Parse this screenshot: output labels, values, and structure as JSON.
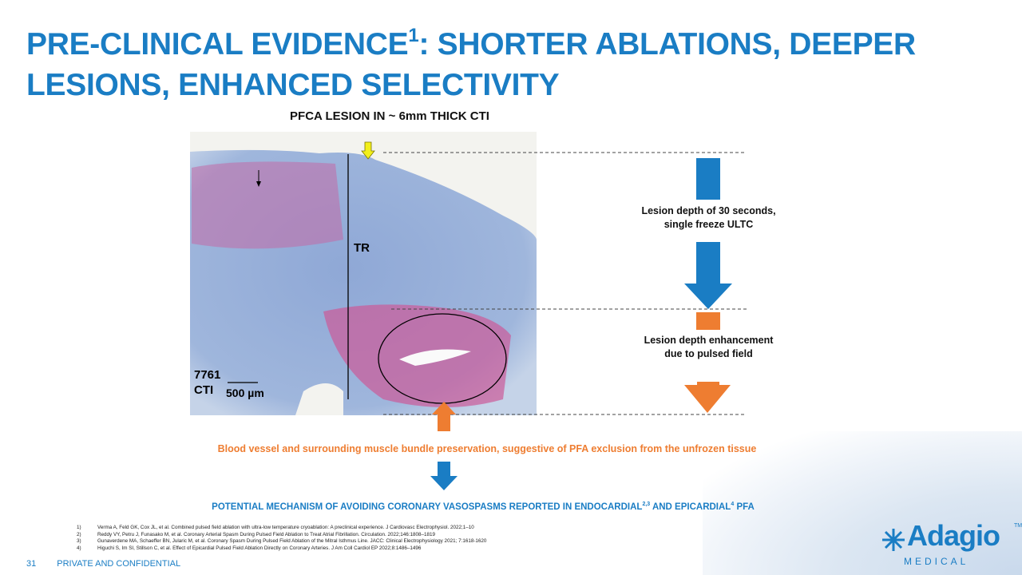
{
  "title": {
    "line1_pre": "PRE-CLINICAL EVIDENCE",
    "sup": "1",
    "line1_post": ": SHORTER ABLATIONS, DEEPER",
    "line2": "LESIONS, ENHANCED SELECTIVITY"
  },
  "figure": {
    "caption": "PFCA LESION IN ~ 6mm THICK CTI",
    "label_tr": "TR",
    "label_id": "7761",
    "label_cti": "CTI",
    "scale_bar": "500 µm"
  },
  "right_labels": {
    "ultc": "Lesion depth of 30 seconds, single freeze ULTC",
    "ultc_l1": "Lesion depth of 30 seconds,",
    "ultc_l2": "single freeze ULTC",
    "pf_l1": "Lesion depth enhancement",
    "pf_l2": "due to pulsed field"
  },
  "preservation_text": "Blood vessel and surrounding muscle bundle preservation, suggestive of PFA exclusion from the unfrozen tissue",
  "mechanism": {
    "pre": "POTENTIAL MECHANISM OF AVOIDING CORONARY VASOSPASMS REPORTED IN ENDOCARDIAL",
    "sup1": "2,3",
    "mid": " AND EPICARDIAL",
    "sup2": "4",
    "post": " PFA"
  },
  "references": [
    {
      "n": "1)",
      "text": "Verma A, Feld GK, Cox JL, et al. Combined pulsed field ablation with ultra-low temperature cryoablation: A preclinical experience. J Cardiovasc Electrophysiol. 2022;1–10"
    },
    {
      "n": "2)",
      "text": "Reddy VY, Petru J, Funasako M, et al. Coronary Arterial Spasm During Pulsed Field Ablation to Treat Atrial Fibrillation. Circulation. 2022;146:1808–1819"
    },
    {
      "n": "3)",
      "text": "Gunaverdene MA,  Schaeffer BN, Jularic M, et al. Coronary Spasm During Pulsed Field Ablation of the Mitral Isthmus Line. JACC: Clinical Electrophysiology 2021; 7:1618-1620"
    },
    {
      "n": "4)",
      "text": "Higuchi S, Im SI, Stillson C, et al. Effect of Epicardial Pulsed Field Ablation Directly on Coronary Arteries. J Am Coll Cardiol EP 2022;8:1486–1496"
    }
  ],
  "footer": {
    "page": "31",
    "confidential": "PRIVATE AND CONFIDENTIAL"
  },
  "logo": {
    "name": "Adagio",
    "sub": "MEDICAL",
    "tm": "TM"
  },
  "colors": {
    "blue": "#1a7dc4",
    "orange": "#ee7d31",
    "yellow": "#f2ef1a"
  }
}
